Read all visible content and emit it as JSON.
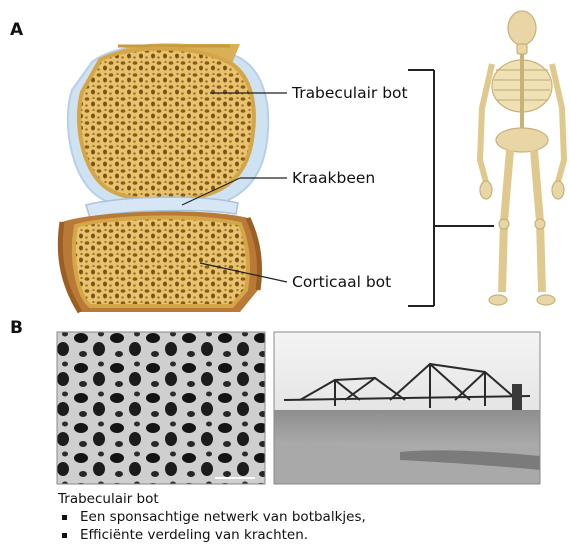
{
  "panels": {
    "a": "A",
    "b": "B"
  },
  "labels": {
    "trabecular": "Trabeculair bot",
    "cartilage": "Kraakbeen",
    "cortical": "Corticaal bot"
  },
  "caption": {
    "title": "Trabeculair bot",
    "bullets": [
      "Een sponsachtige netwerk van botbalkjes,",
      "Efficiënte verdeling van krachten."
    ]
  },
  "colors": {
    "bone": "#e8c873",
    "pore": "#8a5a1c",
    "cartilage": "#c9dff0",
    "skeleton": "#e9d6a6",
    "line": "#222222"
  }
}
